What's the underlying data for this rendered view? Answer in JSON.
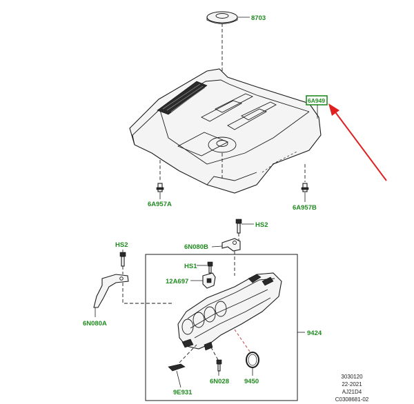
{
  "colors": {
    "callout_text": "#1f8a1f",
    "highlight_box": "#1f8a1f",
    "arrow": "#e02020",
    "line_art": "#1a1a1a"
  },
  "callouts": {
    "c8703": "8703",
    "c6a949": "6A949",
    "c6a957a": "6A957A",
    "c6a957b": "6A957B",
    "chs2_top": "HS2",
    "chs2_left": "HS2",
    "c6n080b": "6N080B",
    "chs1": "HS1",
    "c12a697": "12A697",
    "c6n080a": "6N080A",
    "c9424": "9424",
    "c9e931": "9E931",
    "c6n028": "6N028",
    "c9450": "9450"
  },
  "info_block": {
    "line1": "3030120",
    "line2": "22-2021",
    "line3": "AJ21D4",
    "line4": "C0308681-02"
  },
  "icons": {
    "arrow": "red-pointer-arrow"
  }
}
